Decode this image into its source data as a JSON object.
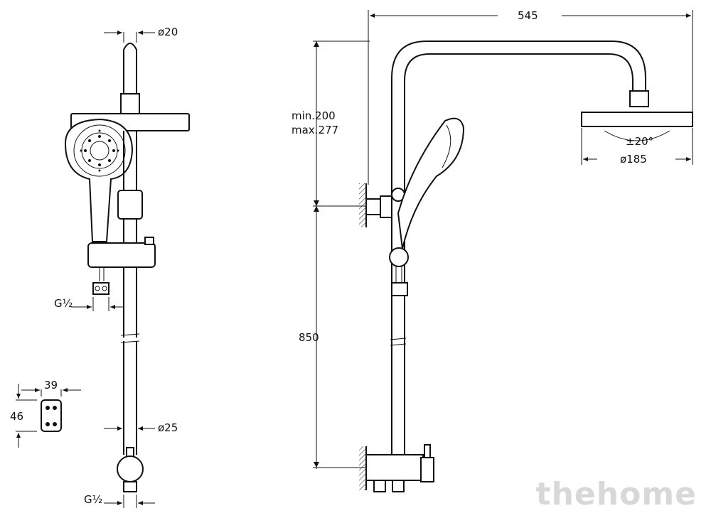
{
  "dimensions": {
    "top_pipe_diameter": "ø20",
    "width": "545",
    "height_range_min": "min.200",
    "height_range_max": "max.277",
    "tilt_angle": "±20°",
    "head_diameter": "ø185",
    "thread_upper": "G½",
    "rail_height": "850",
    "bracket_width": "39",
    "bracket_height": "46",
    "rail_diameter": "ø25",
    "thread_lower": "G½"
  },
  "watermark": "thehome"
}
